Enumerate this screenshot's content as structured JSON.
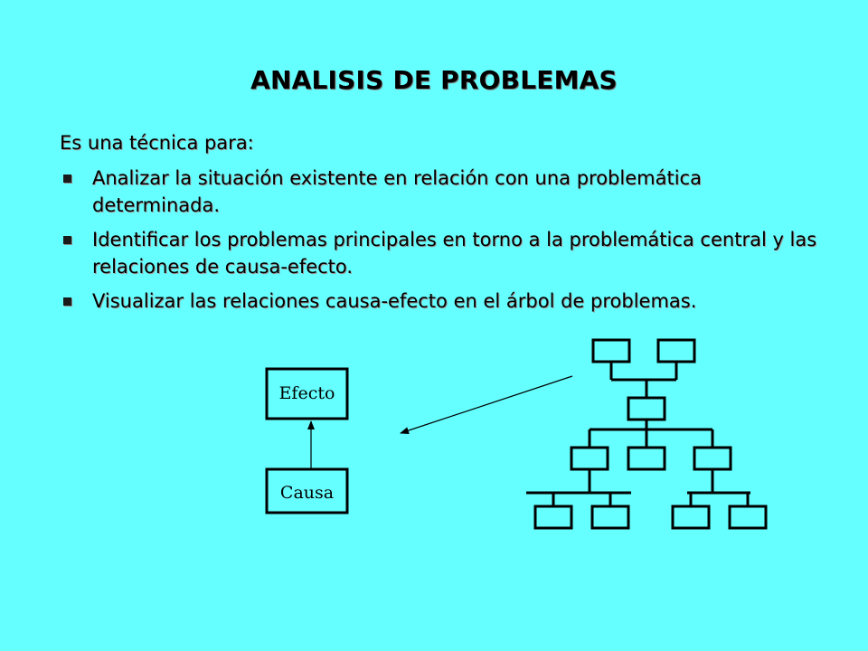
{
  "title": "ANALISIS DE PROBLEMAS",
  "intro": "Es una técnica para:",
  "bullets": [
    "Analizar la situación existente en relación con una problemática determinada.",
    "Identificar los problemas principales en torno a la problemática central y las relaciones de causa-efecto.",
    "Visualizar las relaciones causa-efecto en el árbol de problemas."
  ],
  "diagram": {
    "effect_label": "Efecto",
    "cause_label": "Causa"
  }
}
